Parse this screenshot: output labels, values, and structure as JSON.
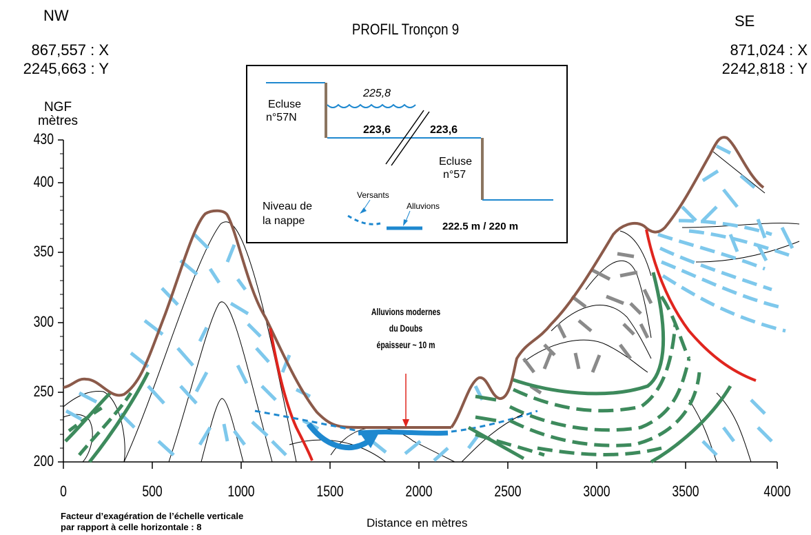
{
  "title": "PROFIL Tronçon 9",
  "left_end": {
    "direction": "NW",
    "x": "867,557 : X",
    "y": "2245,663 : Y"
  },
  "right_end": {
    "direction": "SE",
    "x": "871,024 : X",
    "y": "2242,818 : Y"
  },
  "y_axis": {
    "label_line1": "NGF",
    "label_line2": "mètres",
    "ticks": [
      "430",
      "400",
      "350",
      "300",
      "250",
      "200"
    ]
  },
  "x_axis": {
    "label": "Distance en mètres",
    "ticks": [
      "0",
      "500",
      "1000",
      "1500",
      "2000",
      "2500",
      "3000",
      "3500",
      "4000"
    ]
  },
  "scale_note": {
    "line1": "Facteur d’exagération de l’échelle verticale",
    "line2": "par rapport à celle horizontale : 8"
  },
  "annotation": {
    "line1": "Alluvions modernes",
    "line2": "du Doubs",
    "line3": "épaisseur ~ 10 m"
  },
  "inset": {
    "lock_left_line1": "Ecluse",
    "lock_left_line2": "n°57N",
    "water_level_upper": "225,8",
    "level_left": "223,6",
    "level_right": "223,6",
    "lock_right_line1": "Ecluse",
    "lock_right_line2": "n°57",
    "nappe_line1": "Niveau de",
    "nappe_line2": "la nappe",
    "legend_versants": "Versants",
    "legend_alluvions": "Alluvions",
    "nappe_values": "222.5 m / 220 m"
  },
  "colors": {
    "surface": "#8b5a4a",
    "fault": "#e0251e",
    "limestone": "#7ec8ec",
    "marl": "#3d8a5c",
    "grey_beds": "#8a8a8a",
    "water": "#1e88cf"
  }
}
